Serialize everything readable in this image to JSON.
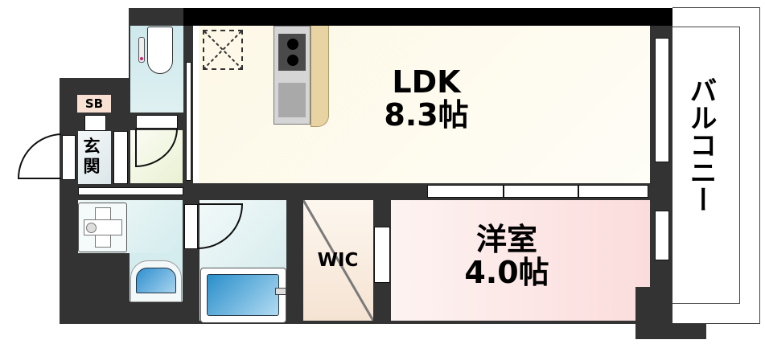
{
  "plan": {
    "rooms": {
      "ldk": {
        "name": "LDK",
        "size": "8.3帖"
      },
      "western_room": {
        "name": "洋室",
        "size": "4.0帖"
      },
      "wic": {
        "name": "WIC"
      },
      "entrance": {
        "name": "玄関"
      },
      "shoe_box": {
        "name": "SB"
      },
      "balcony": {
        "name": "バルコニー"
      }
    },
    "colors": {
      "wall": "#333333",
      "top_wall": "#000000",
      "ldk_floor": "#fdfaea",
      "western_floor": "#fbe3e3",
      "wic_floor": "#f7e8d8",
      "wet_area": "#d9eef0",
      "entry_hall": "#eef4dc",
      "entrance_floor": "#e4ecef",
      "kitchen_counter": "#e8d4a3",
      "bath_blue": "#3b9ad4",
      "sb_label_bg": "#f8e1d3"
    }
  }
}
